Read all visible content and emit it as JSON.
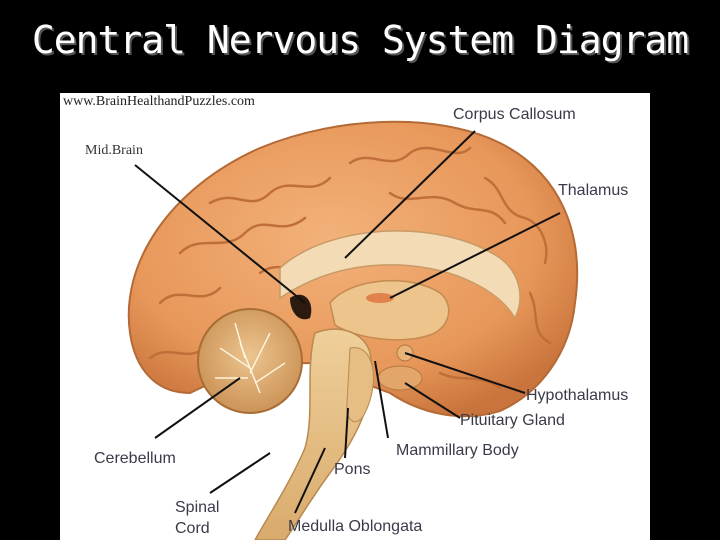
{
  "title": "Central Nervous System Diagram",
  "figure": {
    "watermark": "www.BrainHealthandPuzzles.com",
    "labels": {
      "midbrain": "Mid.Brain",
      "corpus_callosum": "Corpus Callosum",
      "thalamus": "Thalamus",
      "hypothalamus": "Hypothalamus",
      "pituitary_gland": "Pituitary Gland",
      "mammillary_body": "Mammillary Body",
      "pons": "Pons",
      "cerebellum": "Cerebellum",
      "spinal_cord_1": "Spinal",
      "spinal_cord_2": "Cord",
      "medulla_oblongata": "Medulla Oblongata"
    }
  }
}
